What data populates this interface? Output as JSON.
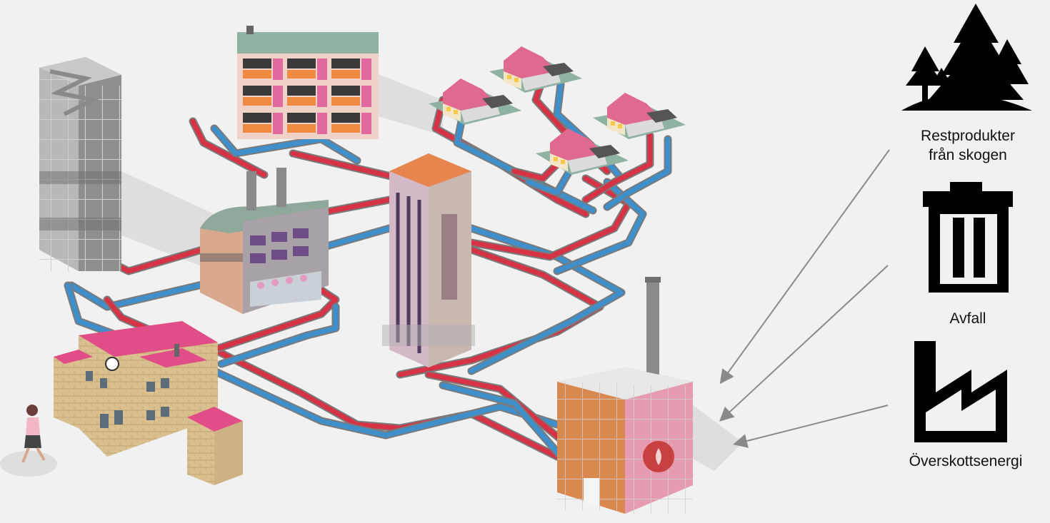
{
  "sources": [
    {
      "label": "Restprodukter\nfrån skogen",
      "icon": "forest-icon"
    },
    {
      "label": "Avfall",
      "icon": "trash-can-icon"
    },
    {
      "label": "Överskottsenergi",
      "icon": "factory-icon"
    }
  ],
  "colors": {
    "background": "#f1f1f1",
    "supply_pipe": "#d63347",
    "return_pipe": "#3f8fcb",
    "icon": "#000000",
    "arrow": "#8a8a8a",
    "roof_pink": "#e06a8f",
    "plant_glow": "#e88a5a"
  },
  "scene": {
    "buildings": [
      "office-tower-building",
      "apartment-block-building",
      "villa-houses",
      "shop-building",
      "glass-tower-building",
      "school-building",
      "heating-plant"
    ]
  }
}
